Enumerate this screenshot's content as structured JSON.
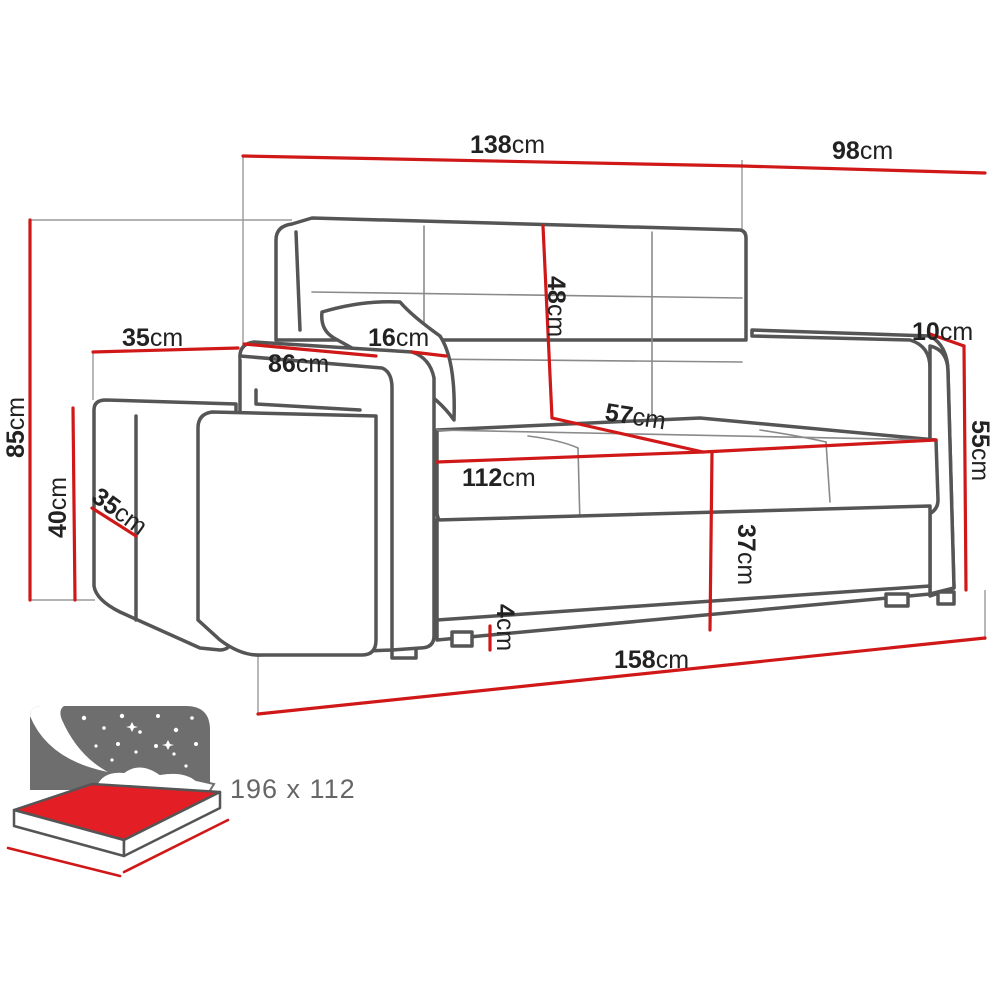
{
  "colors": {
    "dimension": "#d01818",
    "outline": "#555555",
    "mattress": "#e31e24",
    "night": "#6e6e6e"
  },
  "dimensions": {
    "total_depth_top": {
      "value": "138",
      "unit": "cm"
    },
    "side_depth_top": {
      "value": "98",
      "unit": "cm"
    },
    "height_total": {
      "value": "85",
      "unit": "cm"
    },
    "pouf_width": {
      "value": "35",
      "unit": "cm"
    },
    "armrest_depth": {
      "value": "86",
      "unit": "cm"
    },
    "armrest_width": {
      "value": "16",
      "unit": "cm"
    },
    "backrest_height": {
      "value": "48",
      "unit": "cm"
    },
    "seat_depth": {
      "value": "57",
      "unit": "cm"
    },
    "seat_width": {
      "value": "112",
      "unit": "cm"
    },
    "seat_height": {
      "value": "37",
      "unit": "cm"
    },
    "pouf_height": {
      "value": "40",
      "unit": "cm"
    },
    "pouf_depth": {
      "value": "35",
      "unit": "cm"
    },
    "arm_top": {
      "value": "10",
      "unit": "cm"
    },
    "arm_height": {
      "value": "55",
      "unit": "cm"
    },
    "leg_height": {
      "value": "4",
      "unit": "cm"
    },
    "total_width": {
      "value": "158",
      "unit": "cm"
    }
  },
  "bed": {
    "size_label": "196 x 112",
    "icon": "sleeping-bed-night-icon"
  }
}
